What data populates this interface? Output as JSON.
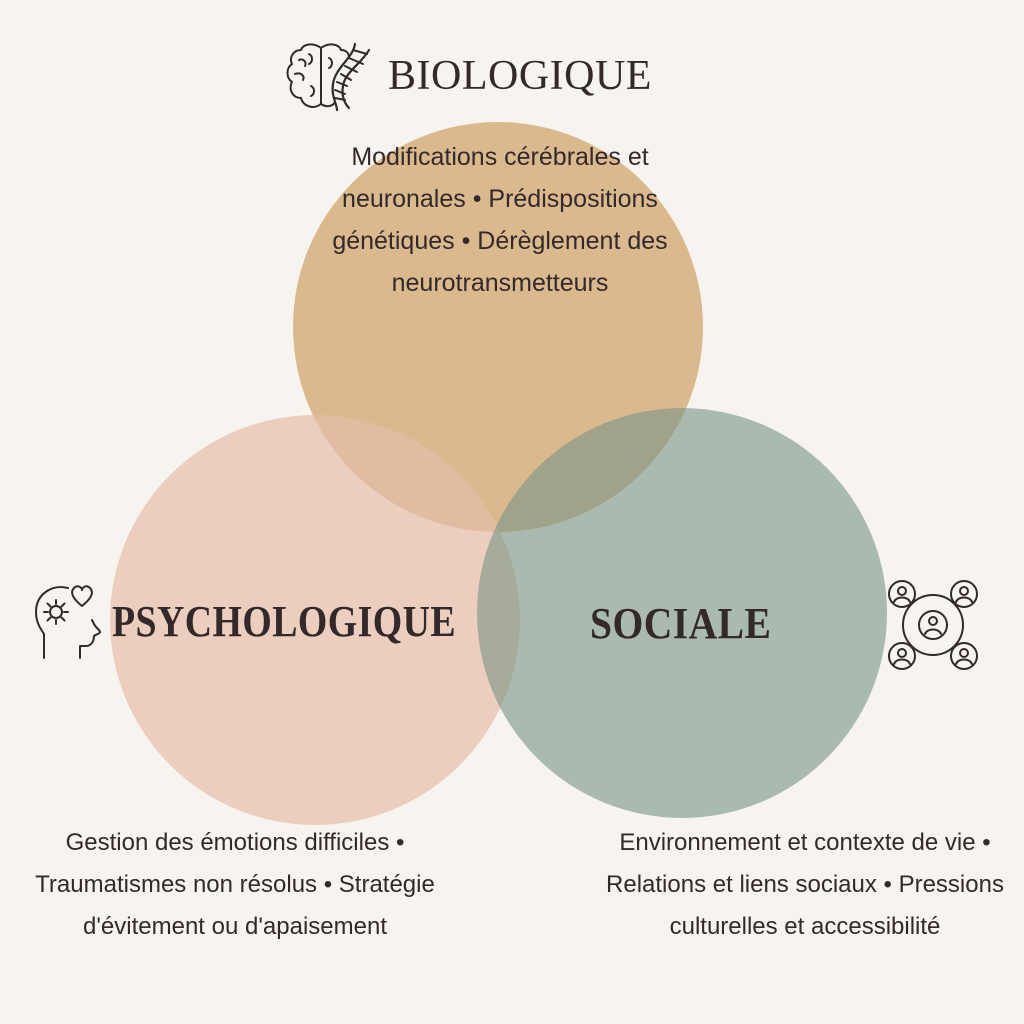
{
  "diagram": {
    "type": "venn",
    "background_color": "#f7f4f0",
    "text_color": "#33292a",
    "circles": [
      {
        "id": "biologique",
        "title": "BIOLOGIQUE",
        "icon": "brain-dna-icon",
        "color": "#dab78d",
        "description": "Modifications cérébrales et neuronales • Prédispositions génétiques • Dérèglement des neurotransmetteurs"
      },
      {
        "id": "psychologique",
        "title": "PSYCHOLOGIQUE",
        "icon": "head-gear-heart-icon",
        "color": "#ebcdbd",
        "description": "Gestion des émotions difficiles • Traumatismes non résolus • Stratégie d'évitement ou d'apaisement"
      },
      {
        "id": "sociale",
        "title": "SOCIALE",
        "icon": "people-network-icon",
        "color": "#a9b8ae",
        "description": "Environnement et contexte de vie • Relations et liens sociaux • Pressions culturelles et accessibilité"
      }
    ]
  }
}
